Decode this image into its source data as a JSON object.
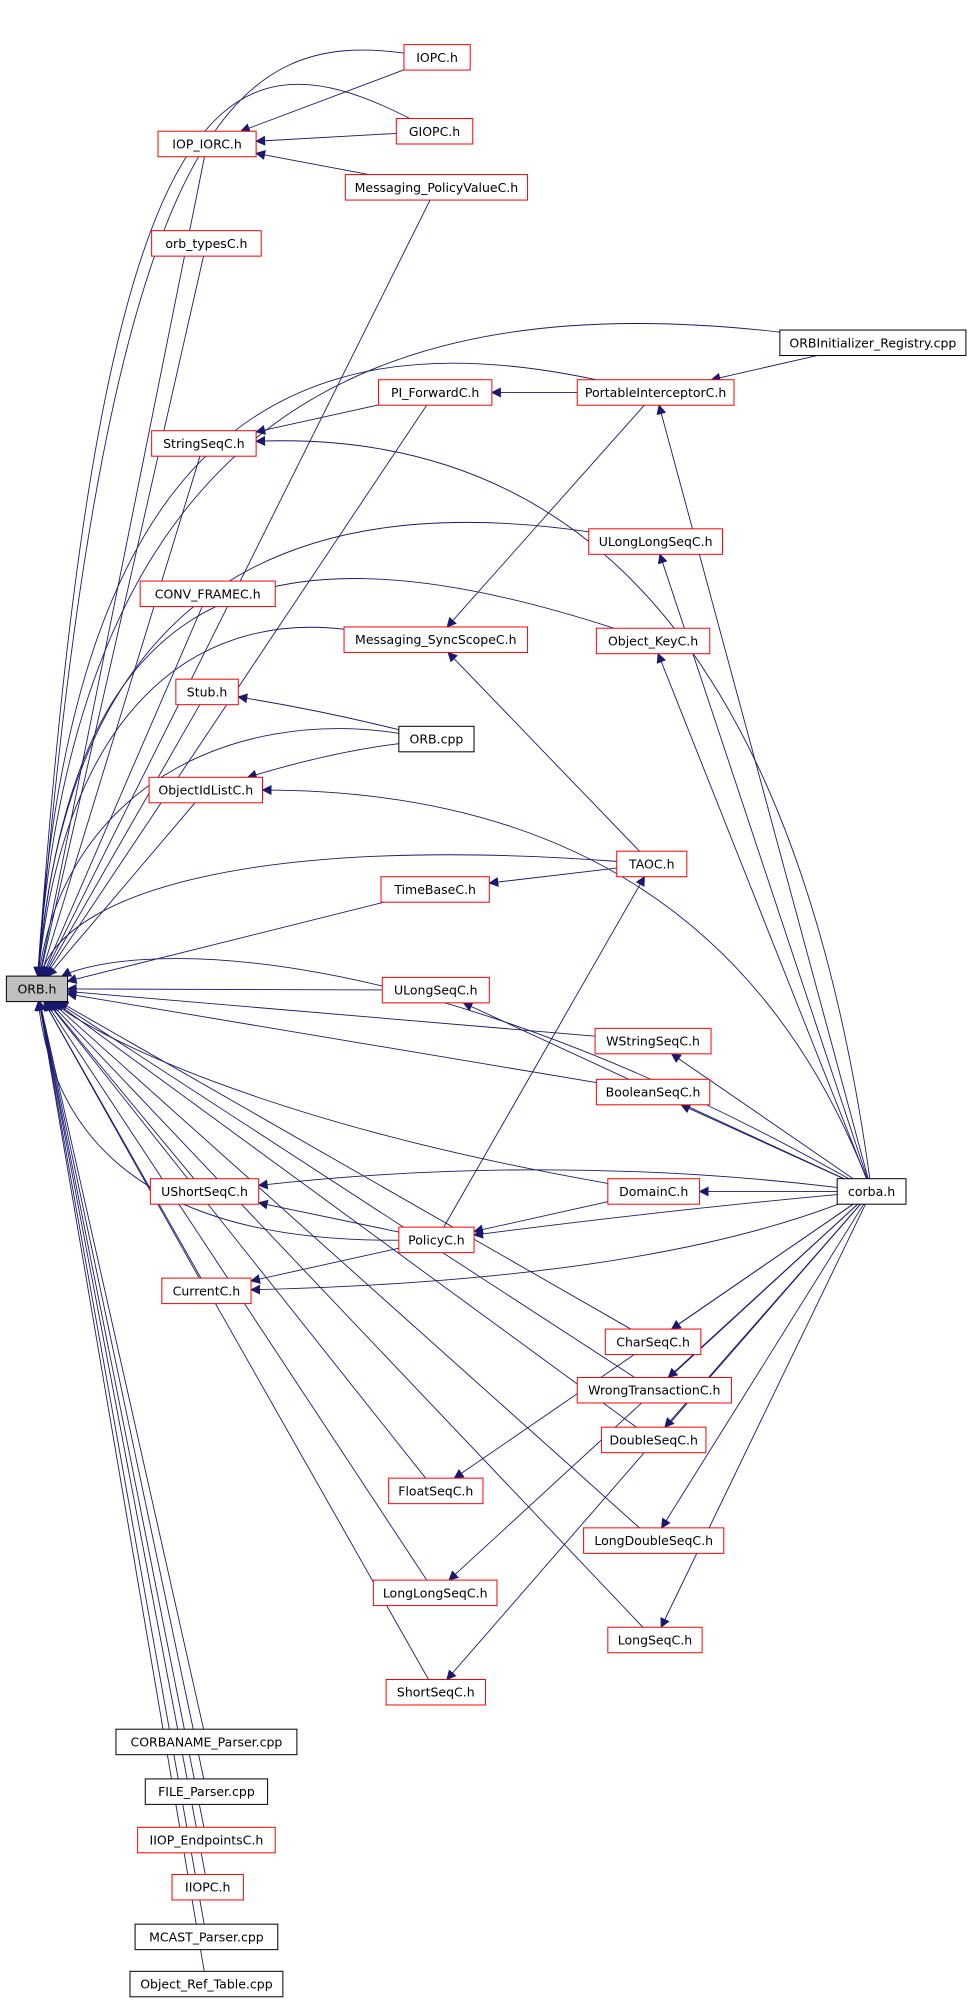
{
  "colors": {
    "edge": "#191970",
    "border_normal": "#ff0000",
    "border_leaf": "#000000",
    "root_fill": "#bfbfbf",
    "node_fill": "#ffffff"
  },
  "nodes": [
    {
      "id": "orb_h",
      "label": "ORB.h",
      "kind": "root"
    },
    {
      "id": "iopc_h",
      "label": "IOPC.h",
      "kind": "normal"
    },
    {
      "id": "iop_iorc_h",
      "label": "IOP_IORC.h",
      "kind": "normal"
    },
    {
      "id": "giopc_h",
      "label": "GIOPC.h",
      "kind": "normal"
    },
    {
      "id": "messaging_policyvaluec_h",
      "label": "Messaging_PolicyValueC.h",
      "kind": "normal"
    },
    {
      "id": "orb_typesc_h",
      "label": "orb_typesC.h",
      "kind": "normal"
    },
    {
      "id": "orbinitializer_registry_cpp",
      "label": "ORBInitializer_Registry.cpp",
      "kind": "leaf"
    },
    {
      "id": "pi_forwardc_h",
      "label": "PI_ForwardC.h",
      "kind": "normal"
    },
    {
      "id": "portableinterceptorc_h",
      "label": "PortableInterceptorC.h",
      "kind": "normal"
    },
    {
      "id": "stringseqc_h",
      "label": "StringSeqC.h",
      "kind": "normal"
    },
    {
      "id": "ulonglongseqc_h",
      "label": "ULongLongSeqC.h",
      "kind": "normal"
    },
    {
      "id": "conv_framec_h",
      "label": "CONV_FRAMEC.h",
      "kind": "normal"
    },
    {
      "id": "messaging_syncscopec_h",
      "label": "Messaging_SyncScopeC.h",
      "kind": "normal"
    },
    {
      "id": "object_keyc_h",
      "label": "Object_KeyC.h",
      "kind": "normal"
    },
    {
      "id": "stub_h",
      "label": "Stub.h",
      "kind": "normal"
    },
    {
      "id": "orb_cpp",
      "label": "ORB.cpp",
      "kind": "leaf"
    },
    {
      "id": "objectidlistc_h",
      "label": "ObjectIdListC.h",
      "kind": "normal"
    },
    {
      "id": "taoc_h",
      "label": "TAOC.h",
      "kind": "normal"
    },
    {
      "id": "timebasec_h",
      "label": "TimeBaseC.h",
      "kind": "normal"
    },
    {
      "id": "ulongseqc_h",
      "label": "ULongSeqC.h",
      "kind": "normal"
    },
    {
      "id": "wstringseqc_h",
      "label": "WStringSeqC.h",
      "kind": "normal"
    },
    {
      "id": "booleanseqc_h",
      "label": "BooleanSeqC.h",
      "kind": "normal"
    },
    {
      "id": "ushortseqc_h",
      "label": "UShortSeqC.h",
      "kind": "normal"
    },
    {
      "id": "domainc_h",
      "label": "DomainC.h",
      "kind": "normal"
    },
    {
      "id": "corba_h",
      "label": "corba.h",
      "kind": "leaf"
    },
    {
      "id": "policyc_h",
      "label": "PolicyC.h",
      "kind": "normal"
    },
    {
      "id": "currentc_h",
      "label": "CurrentC.h",
      "kind": "normal"
    },
    {
      "id": "charseqc_h",
      "label": "CharSeqC.h",
      "kind": "normal"
    },
    {
      "id": "wrongtransactionc_h",
      "label": "WrongTransactionC.h",
      "kind": "normal"
    },
    {
      "id": "doubleseqc_h",
      "label": "DoubleSeqC.h",
      "kind": "normal"
    },
    {
      "id": "floatseqc_h",
      "label": "FloatSeqC.h",
      "kind": "normal"
    },
    {
      "id": "longdoubleseqc_h",
      "label": "LongDoubleSeqC.h",
      "kind": "normal"
    },
    {
      "id": "longlongseqc_h",
      "label": "LongLongSeqC.h",
      "kind": "normal"
    },
    {
      "id": "longseqc_h",
      "label": "LongSeqC.h",
      "kind": "normal"
    },
    {
      "id": "shortseqc_h",
      "label": "ShortSeqC.h",
      "kind": "normal"
    },
    {
      "id": "corbaname_parser_cpp",
      "label": "CORBANAME_Parser.cpp",
      "kind": "leaf"
    },
    {
      "id": "file_parser_cpp",
      "label": "FILE_Parser.cpp",
      "kind": "leaf"
    },
    {
      "id": "iiop_endpointsc_h",
      "label": "IIOP_EndpointsC.h",
      "kind": "normal"
    },
    {
      "id": "iiopc_h",
      "label": "IIOPC.h",
      "kind": "normal"
    },
    {
      "id": "mcast_parser_cpp",
      "label": "MCAST_Parser.cpp",
      "kind": "leaf"
    },
    {
      "id": "object_ref_table_cpp",
      "label": "Object_Ref_Table.cpp",
      "kind": "leaf"
    }
  ],
  "edges": [
    [
      "iopc_h",
      "orb_h"
    ],
    [
      "giopc_h",
      "orb_h"
    ],
    [
      "iop_iorc_h",
      "orb_h"
    ],
    [
      "messaging_policyvaluec_h",
      "orb_h"
    ],
    [
      "orb_typesc_h",
      "orb_h"
    ],
    [
      "orbinitializer_registry_cpp",
      "orb_h"
    ],
    [
      "pi_forwardc_h",
      "orb_h"
    ],
    [
      "portableinterceptorc_h",
      "orb_h"
    ],
    [
      "stringseqc_h",
      "orb_h"
    ],
    [
      "ulonglongseqc_h",
      "orb_h"
    ],
    [
      "conv_framec_h",
      "orb_h"
    ],
    [
      "messaging_syncscopec_h",
      "orb_h"
    ],
    [
      "object_keyc_h",
      "orb_h"
    ],
    [
      "stub_h",
      "orb_h"
    ],
    [
      "orb_cpp",
      "orb_h"
    ],
    [
      "objectidlistc_h",
      "orb_h"
    ],
    [
      "taoc_h",
      "orb_h"
    ],
    [
      "timebasec_h",
      "orb_h"
    ],
    [
      "corba_h",
      "orb_h"
    ],
    [
      "ulongseqc_h",
      "orb_h"
    ],
    [
      "wstringseqc_h",
      "orb_h"
    ],
    [
      "booleanseqc_h",
      "orb_h"
    ],
    [
      "domainc_h",
      "orb_h"
    ],
    [
      "ushortseqc_h",
      "orb_h"
    ],
    [
      "policyc_h",
      "orb_h"
    ],
    [
      "currentc_h",
      "orb_h"
    ],
    [
      "charseqc_h",
      "orb_h"
    ],
    [
      "wrongtransactionc_h",
      "orb_h"
    ],
    [
      "doubleseqc_h",
      "orb_h"
    ],
    [
      "floatseqc_h",
      "orb_h"
    ],
    [
      "longdoubleseqc_h",
      "orb_h"
    ],
    [
      "longlongseqc_h",
      "orb_h"
    ],
    [
      "longseqc_h",
      "orb_h"
    ],
    [
      "shortseqc_h",
      "orb_h"
    ],
    [
      "corbaname_parser_cpp",
      "orb_h"
    ],
    [
      "file_parser_cpp",
      "orb_h"
    ],
    [
      "iiop_endpointsc_h",
      "orb_h"
    ],
    [
      "iiopc_h",
      "orb_h"
    ],
    [
      "mcast_parser_cpp",
      "orb_h"
    ],
    [
      "object_ref_table_cpp",
      "orb_h"
    ],
    [
      "iopc_h",
      "iop_iorc_h"
    ],
    [
      "giopc_h",
      "iop_iorc_h"
    ],
    [
      "messaging_policyvaluec_h",
      "iop_iorc_h"
    ],
    [
      "orbinitializer_registry_cpp",
      "portableinterceptorc_h"
    ],
    [
      "portableinterceptorc_h",
      "pi_forwardc_h"
    ],
    [
      "pi_forwardc_h",
      "stringseqc_h"
    ],
    [
      "corba_h",
      "stringseqc_h"
    ],
    [
      "corba_h",
      "portableinterceptorc_h"
    ],
    [
      "corba_h",
      "ulonglongseqc_h"
    ],
    [
      "corba_h",
      "object_keyc_h"
    ],
    [
      "portableinterceptorc_h",
      "messaging_syncscopec_h"
    ],
    [
      "taoc_h",
      "messaging_syncscopec_h"
    ],
    [
      "orb_cpp",
      "stub_h"
    ],
    [
      "orb_cpp",
      "objectidlistc_h"
    ],
    [
      "corba_h",
      "objectidlistc_h"
    ],
    [
      "taoc_h",
      "timebasec_h"
    ],
    [
      "corba_h",
      "ulongseqc_h"
    ],
    [
      "corba_h",
      "wstringseqc_h"
    ],
    [
      "corba_h",
      "booleanseqc_h"
    ],
    [
      "corba_h",
      "ushortseqc_h"
    ],
    [
      "corba_h",
      "domainc_h"
    ],
    [
      "corba_h",
      "policyc_h"
    ],
    [
      "corba_h",
      "currentc_h"
    ],
    [
      "domainc_h",
      "policyc_h"
    ],
    [
      "policyc_h",
      "ushortseqc_h"
    ],
    [
      "policyc_h",
      "currentc_h"
    ],
    [
      "policyc_h",
      "taoc_h"
    ],
    [
      "corba_h",
      "charseqc_h"
    ],
    [
      "corba_h",
      "wrongtransactionc_h"
    ],
    [
      "corba_h",
      "doubleseqc_h"
    ],
    [
      "corba_h",
      "floatseqc_h"
    ],
    [
      "corba_h",
      "longdoubleseqc_h"
    ],
    [
      "corba_h",
      "longlongseqc_h"
    ],
    [
      "corba_h",
      "longseqc_h"
    ],
    [
      "corba_h",
      "shortseqc_h"
    ]
  ]
}
